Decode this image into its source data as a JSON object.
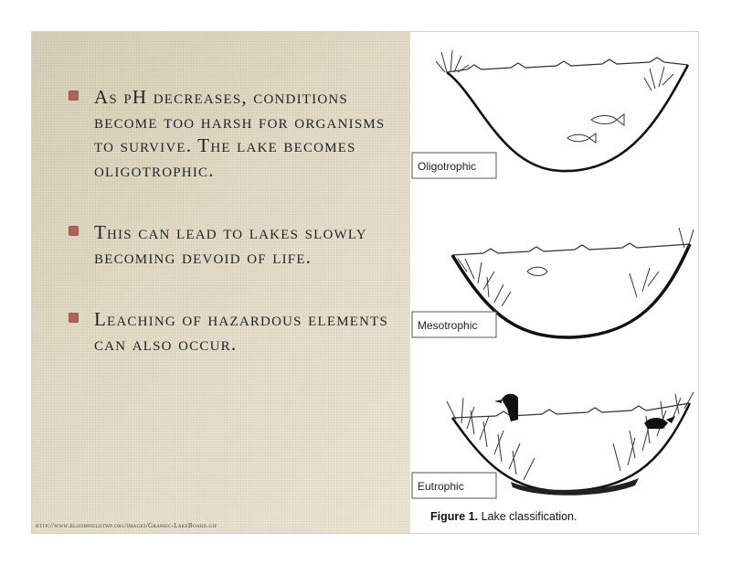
{
  "bullets": [
    {
      "text": "As pH decreases, conditions become too harsh for organisms to survive. The lake becomes oligotrophic."
    },
    {
      "text": "This can lead to lakes slowly becoming devoid of life."
    },
    {
      "text": "Leaching of hazardous elements can also occur."
    }
  ],
  "source_url": "http://www.bloomfieldtwp.org/images/Graphic-LakeBoard.gif",
  "figure": {
    "labels": {
      "oligotrophic": "Oligotrophic",
      "mesotrophic": "Mesotrophic",
      "eutrophic": "Eutrophic"
    },
    "caption_bold": "Figure 1.",
    "caption_text": " Lake classification."
  },
  "colors": {
    "bullet": "#b5615b",
    "background": "#e2d9c4"
  }
}
